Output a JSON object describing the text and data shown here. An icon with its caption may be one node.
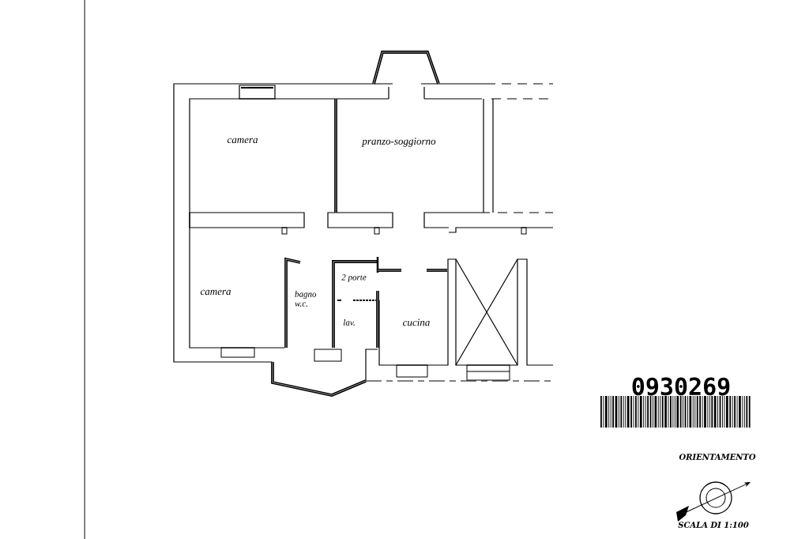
{
  "diagram": {
    "labels": [
      "camera",
      "pranzo-soggiorno",
      "camera",
      "bagno w.c.",
      "2 porte",
      "lav.",
      "cucina",
      "0930269",
      "ORIENTAMENTO",
      "SCALA DI 1:100"
    ]
  }
}
